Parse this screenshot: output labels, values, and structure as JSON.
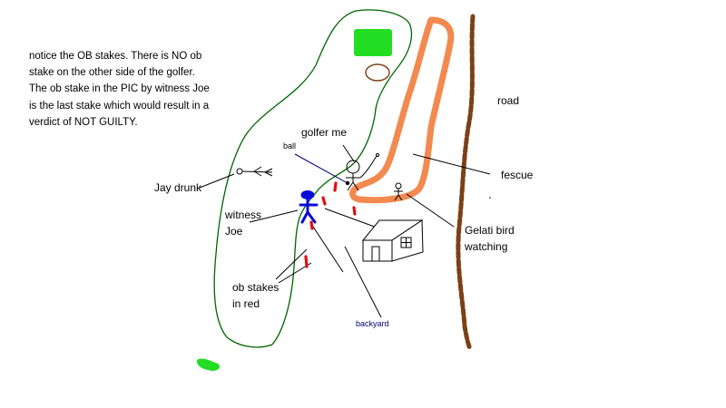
{
  "note": {
    "lines": [
      "notice the OB stakes.  There is NO ob",
      "stake on the other side of the golfer.",
      "The ob stake in the PIC by witness Joe",
      "is the last stake which would result in a",
      "verdict of NOT GUILTY."
    ]
  },
  "labels": {
    "road": "road",
    "golfer": "golfer me",
    "ball": "ball",
    "fescue": "fescue",
    "jay": "Jay drunk",
    "witness_line1": "witness",
    "witness_line2": "Joe",
    "gelati_line1": "Gelati bird",
    "gelati_line2": "watching",
    "ob_line1": "ob stakes",
    "ob_line2": "in red",
    "backyard": "backyard"
  },
  "colors": {
    "fairway_outline": "#006400",
    "green": "#22dd22",
    "fescue_orange": "#f28a50",
    "road_brown": "#7a4016",
    "ob_stake_red": "#e01010",
    "witness_blue": "#0a0ad8",
    "bunker_brown": "#7a4016",
    "backyard_label": "#00007a"
  }
}
